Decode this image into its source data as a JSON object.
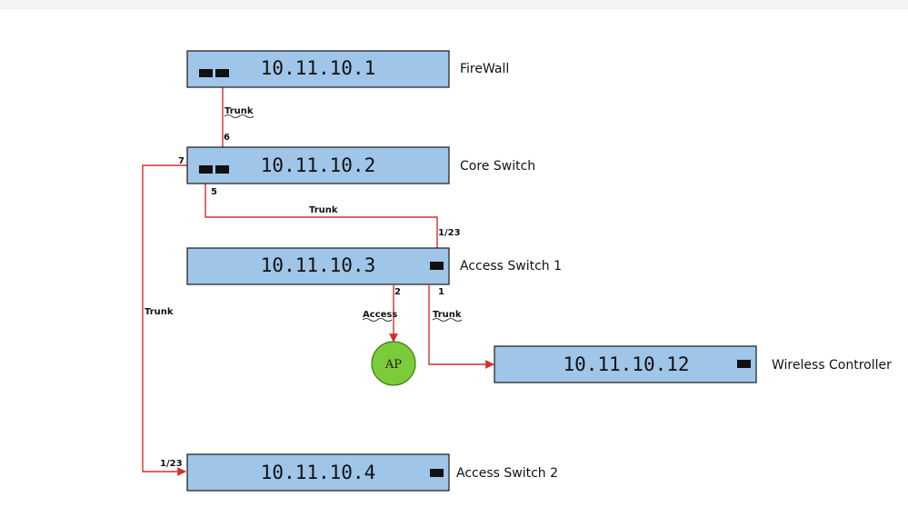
{
  "devices": [
    {
      "id": "firewall",
      "ip": "10.11.10.1",
      "name": "FireWall"
    },
    {
      "id": "core",
      "ip": "10.11.10.2",
      "name": "Core Switch"
    },
    {
      "id": "access1",
      "ip": "10.11.10.3",
      "name": "Access Switch 1"
    },
    {
      "id": "wlc",
      "ip": "10.11.10.12",
      "name": "Wireless Controller"
    },
    {
      "id": "access2",
      "ip": "10.11.10.4",
      "name": "Access Switch 2"
    }
  ],
  "ap": {
    "label": "AP"
  },
  "links": {
    "fw_core": {
      "type": "Trunk",
      "port_core": "6"
    },
    "core_acc1": {
      "type": "Trunk",
      "port_core": "5",
      "port_acc1": "1/23"
    },
    "acc1_ap": {
      "type": "Access",
      "port_acc1": "2"
    },
    "acc1_wlc": {
      "type": "Trunk",
      "port_acc1": "1"
    },
    "core_acc2": {
      "type": "Trunk",
      "port_core": "7",
      "port_acc2": "1/23"
    }
  },
  "colors": {
    "device_fill": "#9fc5e8",
    "device_stroke": "#1a1a1a",
    "link": "#d32f2f",
    "ap_fill": "#7ccb3a",
    "ap_stroke": "#3f7a14",
    "page": "#ffffff"
  }
}
